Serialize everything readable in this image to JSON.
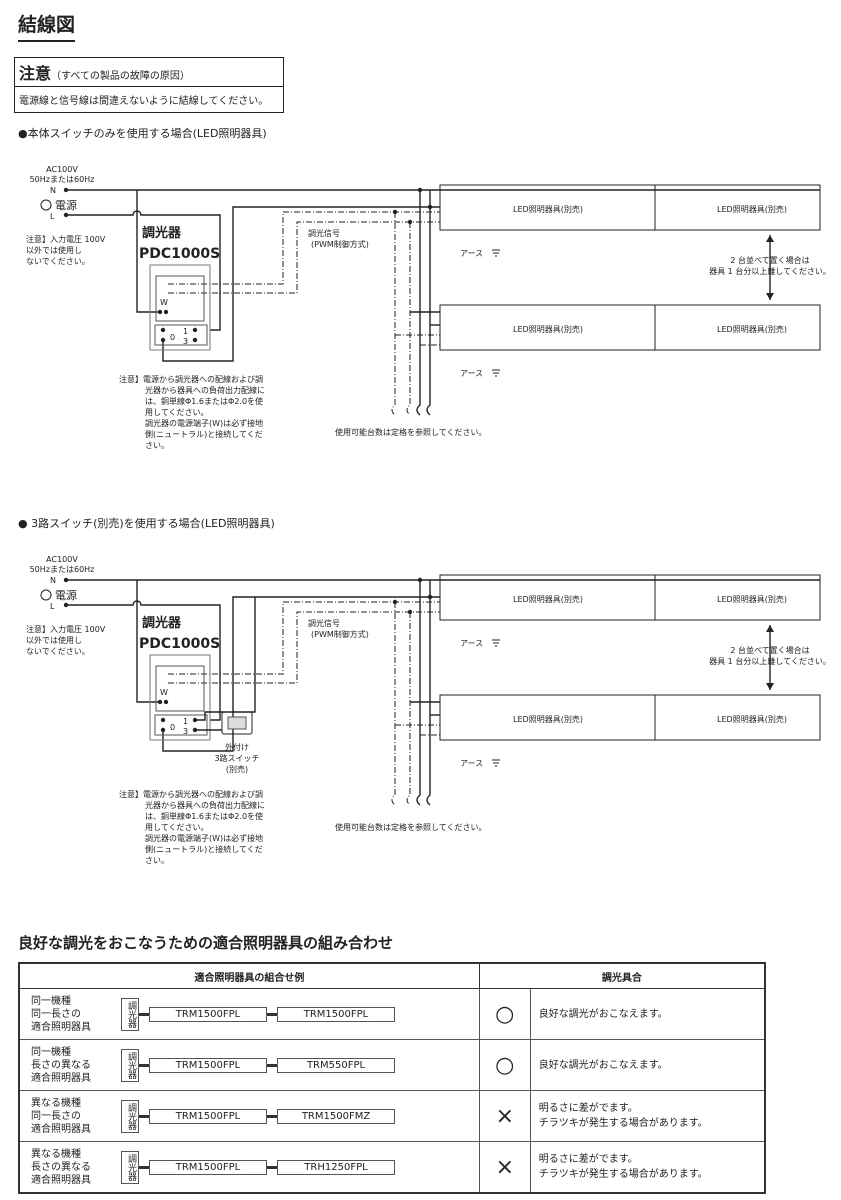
{
  "title": "結線図",
  "caution": {
    "heading": "注意",
    "sub": "（すべての製品の故障の原因）",
    "body": "電源線と信号線は間違えないように結線してください。"
  },
  "section1": "●本体スイッチのみを使用する場合(LED照明器具)",
  "section2": "● 3路スイッチ(別売)を使用する場合(LED照明器具)",
  "diagram": {
    "ac": "AC100V",
    "hz": "50Hzまたは60Hz",
    "n": "N",
    "l": "L",
    "power": "電源",
    "note_voltage": [
      "注意】入力電圧 100V",
      "以外では使用し",
      "ないでください。"
    ],
    "dimmer_label": "調光器",
    "dimmer_model": "PDC1000S",
    "w": "W",
    "t0": "0",
    "t1": "1",
    "t3": "3",
    "signal": [
      "調光信号",
      "(PWM制御方式)"
    ],
    "earth": "アース",
    "fixture": "LED照明器具(別売)",
    "spacing": [
      "2 台並べて置く場合は",
      "器具 1 台分以上離してください。"
    ],
    "usable": "使用可能台数は定格を参照してください。",
    "note_wire": [
      "注意】電源から調光器への配線および調",
      "光器から器具への負荷出力配線に",
      "は、銅単線Φ1.6またはΦ2.0を使",
      "用してください。",
      "調光器の電源端子(W)は必ず接地",
      "側(ニュートラル)と接続してくだ",
      "さい。"
    ],
    "switch_label": [
      "外付け",
      "3路スイッチ",
      "(別売)"
    ]
  },
  "combo_title": "良好な調光をおこなうための適合照明器具の組み合わせ",
  "table": {
    "headers": [
      "適合照明器具の組合せ例",
      "調光具合"
    ],
    "dimmer": "調光器",
    "rows": [
      {
        "label": [
          "同一機種",
          "同一長さの",
          "適合照明器具"
        ],
        "a": "TRM1500FPL",
        "b": "TRM1500FPL",
        "mark": "○",
        "result": [
          "良好な調光がおこなえます。"
        ]
      },
      {
        "label": [
          "同一機種",
          "長さの異なる",
          "適合照明器具"
        ],
        "a": "TRM1500FPL",
        "b": "TRM550FPL",
        "mark": "○",
        "result": [
          "良好な調光がおこなえます。"
        ]
      },
      {
        "label": [
          "異なる機種",
          "同一長さの",
          "適合照明器具"
        ],
        "a": "TRM1500FPL",
        "b": "TRM1500FMZ",
        "mark": "×",
        "result": [
          "明るさに差がでます。",
          "チラツキが発生する場合があります。"
        ]
      },
      {
        "label": [
          "異なる機種",
          "長さの異なる",
          "適合照明器具"
        ],
        "a": "TRM1500FPL",
        "b": "TRH1250FPL",
        "mark": "×",
        "result": [
          "明るさに差がでます。",
          "チラツキが発生する場合があります。"
        ]
      }
    ]
  }
}
